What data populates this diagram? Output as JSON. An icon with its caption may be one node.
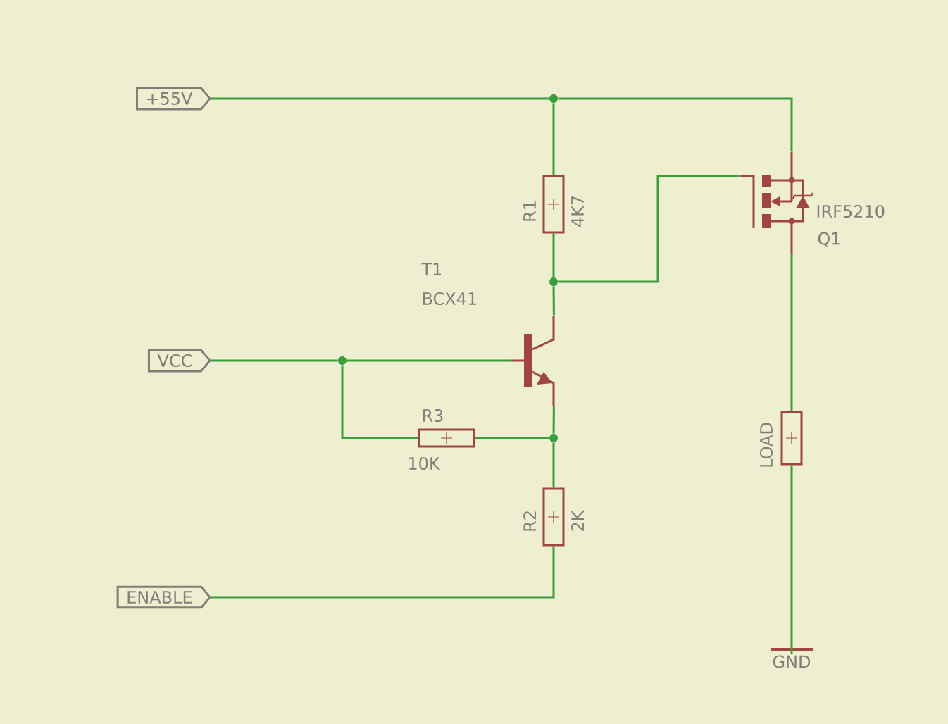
{
  "diagram": {
    "nodes": [
      {
        "text": [
          "+55V"
        ]
      },
      {
        "text": [
          "VCC"
        ]
      },
      {
        "text": [
          "ENABLE"
        ]
      },
      {
        "text": [],
        "shape": "box",
        "beside": [
          "R1",
          "4K7"
        ]
      },
      {
        "text": [],
        "shape": "transistor",
        "beside": [
          "T1",
          "BCX41"
        ]
      },
      {
        "text": [],
        "shape": "box",
        "beside": [
          "R3",
          "10K"
        ]
      },
      {
        "text": [],
        "shape": "box",
        "beside": [
          "R2",
          "2K"
        ]
      },
      {
        "text": [],
        "shape": "transistor",
        "beside": [
          "IRF5210",
          "Q1"
        ]
      },
      {
        "text": [],
        "shape": "box",
        "beside": [
          "LOAD"
        ]
      },
      {
        "text": [
          "GND"
        ]
      },
      {
        "text": [],
        "shape": "dot"
      },
      {
        "text": [],
        "shape": "dot"
      },
      {
        "text": [],
        "shape": "dot"
      },
      {
        "text": [],
        "shape": "dot"
      }
    ],
    "edges": [
      {
        "from": 0,
        "to": 10,
        "arrow": "none"
      },
      {
        "from": 10,
        "to": 3,
        "arrow": "none"
      },
      {
        "from": 10,
        "to": 7,
        "arrow": "none"
      },
      {
        "from": 3,
        "to": 11,
        "arrow": "none"
      },
      {
        "from": 11,
        "to": 4,
        "arrow": "none"
      },
      {
        "from": 11,
        "to": 7,
        "arrow": "none"
      },
      {
        "from": 1,
        "to": 12,
        "arrow": "none"
      },
      {
        "from": 12,
        "to": 4,
        "arrow": "none"
      },
      {
        "from": 12,
        "to": 5,
        "arrow": "none"
      },
      {
        "from": 5,
        "to": 13,
        "arrow": "none"
      },
      {
        "from": 4,
        "to": 13,
        "arrow": "none"
      },
      {
        "from": 13,
        "to": 6,
        "arrow": "none"
      },
      {
        "from": 6,
        "to": 2,
        "arrow": "none"
      },
      {
        "from": 7,
        "to": 8,
        "arrow": "none"
      },
      {
        "from": 8,
        "to": 9,
        "arrow": "none"
      }
    ]
  }
}
